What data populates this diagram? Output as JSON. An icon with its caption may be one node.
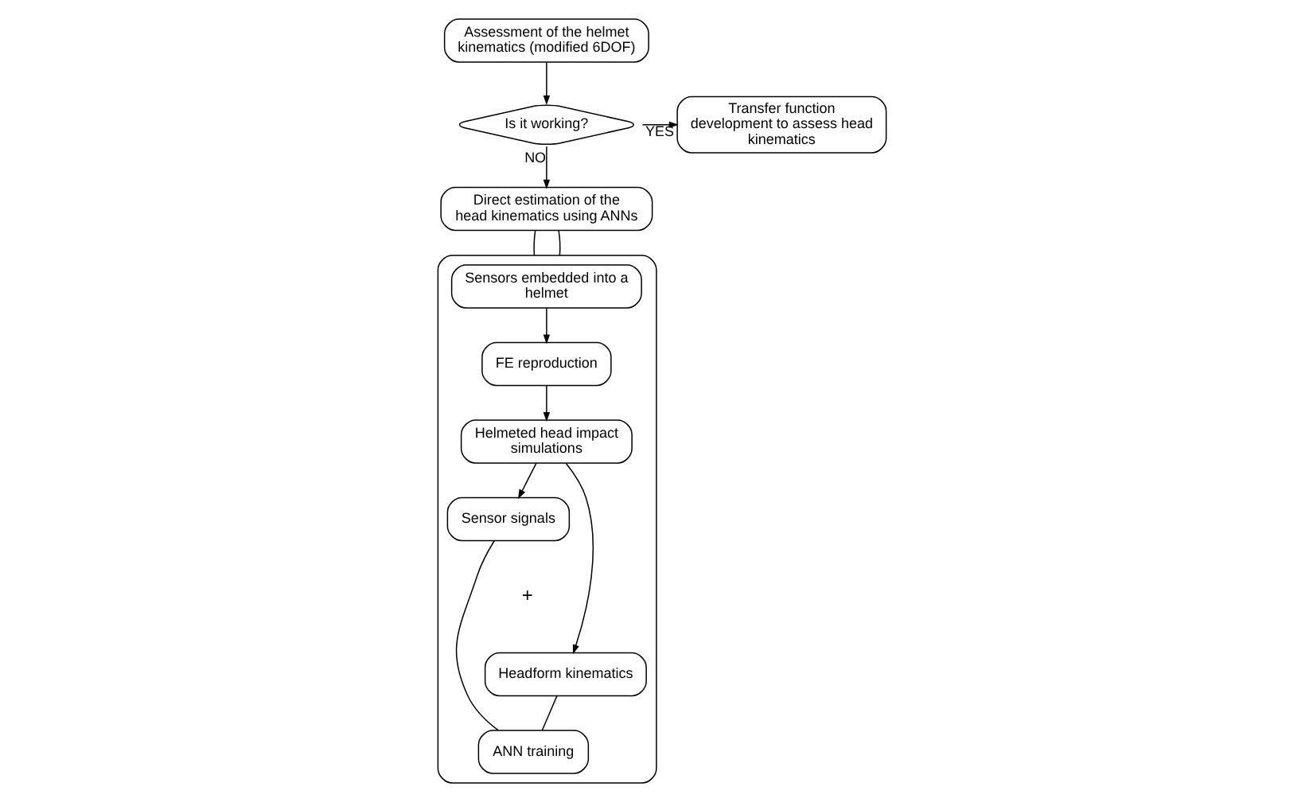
{
  "diagram": {
    "nodes": [
      {
        "text": [
          "Assessment of the helmet kinematics (modified 6DOF)"
        ]
      },
      {
        "text": [
          "Is it working?"
        ]
      },
      {
        "text": [
          "Transfer function development to assess head kinematics"
        ]
      },
      {
        "text": [
          "Direct estimation of the head kinematics using ANNs"
        ]
      },
      {
        "text": [],
        "shape": "box"
      },
      {
        "text": [
          "Sensors embedded into a helmet"
        ],
        "in": 4
      },
      {
        "text": [
          "FE reproduction"
        ],
        "in": 4
      },
      {
        "text": [
          "Helmeted head impact simulations"
        ],
        "in": 4
      },
      {
        "text": [
          "Sensor signals"
        ],
        "in": 4
      },
      {
        "text": [
          "Headform kinematics"
        ],
        "in": 4
      },
      {
        "text": [
          "ANN training"
        ],
        "in": 4
      }
    ],
    "edges": [
      {
        "from": 0,
        "to": 1,
        "arrow": "to"
      },
      {
        "from": 1,
        "to": 2,
        "arrow": "to",
        "label": "YES"
      },
      {
        "from": 1,
        "to": 3,
        "arrow": "to",
        "label": "NO"
      },
      {
        "from": 3,
        "to": 4,
        "arrow": "none"
      },
      {
        "from": 3,
        "to": 4,
        "arrow": "none"
      },
      {
        "from": 5,
        "to": 6,
        "arrow": "to"
      },
      {
        "from": 6,
        "to": 7,
        "arrow": "to"
      },
      {
        "from": 7,
        "to": 8,
        "arrow": "to"
      },
      {
        "from": 7,
        "to": 9,
        "arrow": "to"
      },
      {
        "from": 8,
        "to": 10,
        "arrow": "none"
      },
      {
        "from": 9,
        "to": 10,
        "arrow": "none"
      }
    ],
    "labels": [
      "+"
    ]
  }
}
